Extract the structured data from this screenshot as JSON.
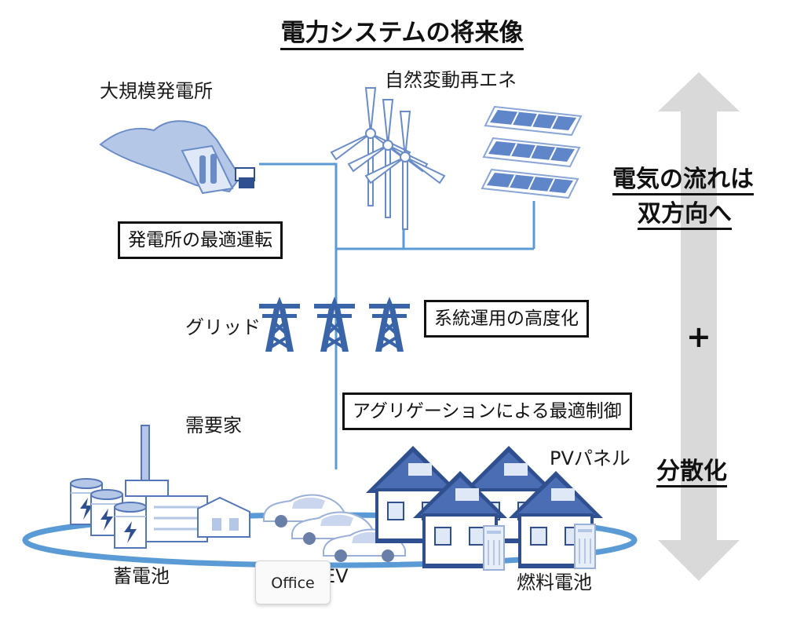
{
  "title": "電力システムの将来像",
  "labels": {
    "large_plant": "大規模発電所",
    "renewables": "自然変動再エネ",
    "grid": "グリッド",
    "demand": "需要家",
    "pv_panel": "PVパネル",
    "storage_battery": "蓄電池",
    "ev": "EV",
    "fuel_cell": "燃料電池"
  },
  "boxes": {
    "plant_operation": "発電所の最適運転",
    "grid_advanced": "系統運用の高度化",
    "aggregation": "アグリゲーションによる最適制御"
  },
  "side": {
    "flow_line1": "電気の流れは",
    "flow_line2": "双方向へ",
    "plus": "+",
    "decentral": "分散化"
  },
  "tooltip": "Office",
  "colors": {
    "line": "#5b9bd5",
    "icon_dark": "#2f4f8f",
    "icon_mid": "#5577b8",
    "icon_light": "#b4c7e7",
    "arrow": "#d9d9d9"
  },
  "icons": [
    "power-plant-icon",
    "wind-turbine-icon",
    "solar-panel-icon",
    "transmission-tower-icon",
    "factory-icon",
    "battery-tank-icon",
    "electric-car-icon",
    "house-icon",
    "fuel-cell-icon"
  ]
}
